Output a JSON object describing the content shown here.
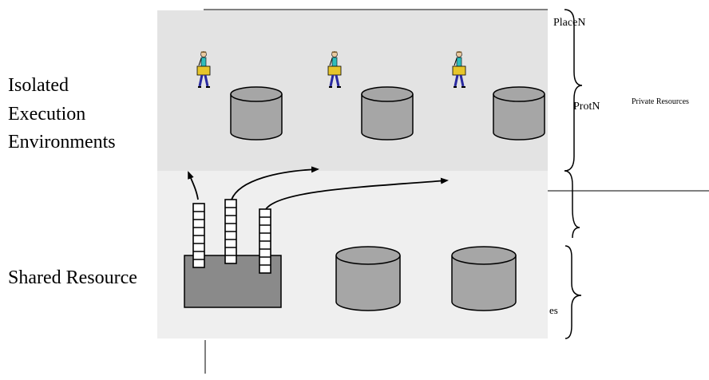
{
  "labels": {
    "isolated_line1": "Isolated",
    "isolated_line2": "Execution",
    "isolated_line3": "Environments",
    "shared": "Shared Resource",
    "place": "PlaceN",
    "prot": "ProtN",
    "private": "Private Resources",
    "fragment": "es"
  },
  "colors": {
    "upper_panel": "#e3e3e3",
    "lower_panel": "#efefef",
    "cylinder": "#a6a6a6",
    "factory": "#8a8a8a",
    "agent_body": "#2fbcbc",
    "agent_briefcase": "#e6c52a",
    "agent_legs": "#2a2aa0"
  },
  "icons": {
    "agent": "person-with-briefcase-icon",
    "storage": "cylinder-icon",
    "factory": "factory-with-ladders-icon"
  }
}
